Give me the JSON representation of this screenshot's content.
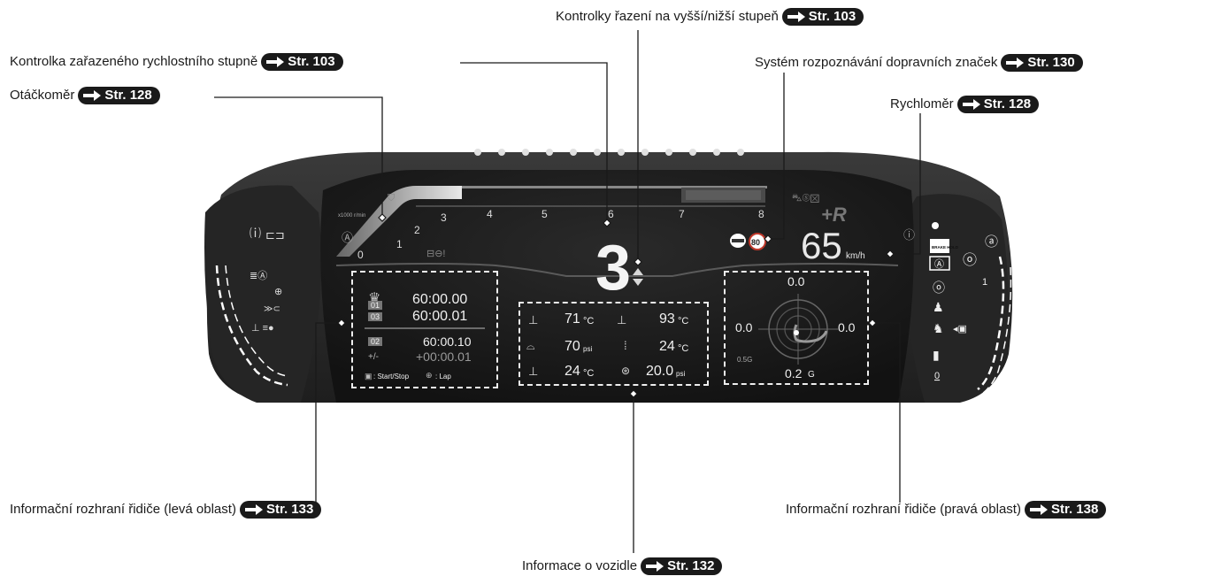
{
  "callouts": {
    "shift_indicators": {
      "label": "Kontrolky řazení na vyšší/nižší stupeň",
      "ref": "Str. 103"
    },
    "gear_indicator": {
      "label": "Kontrolka zařazeného rychlostního stupně",
      "ref": "Str. 103"
    },
    "traffic_sign": {
      "label": "Systém rozpoznávání dopravních značek",
      "ref": "Str. 130"
    },
    "tachometer": {
      "label": "Otáčkoměr",
      "ref": "Str. 128"
    },
    "speedometer": {
      "label": "Rychloměr",
      "ref": "Str. 128"
    },
    "dii_left": {
      "label": "Informační rozhraní řidiče (levá oblast)",
      "ref": "Str. 133"
    },
    "dii_right": {
      "label": "Informační rozhraní řidiče (pravá oblast)",
      "ref": "Str. 138"
    },
    "vehicle_info": {
      "label": "Informace o vozidle",
      "ref": "Str. 132"
    }
  },
  "cluster": {
    "gear": "3",
    "speed": "65",
    "speed_unit": "km/h",
    "sign_speed": "80",
    "tach_unit": "x1000 r/min",
    "tach_ticks": [
      "0",
      "1",
      "2",
      "3",
      "4",
      "5",
      "6",
      "7",
      "8"
    ],
    "brand": "+R",
    "brake_hold": "BRAKE HOLD"
  },
  "left_panel": {
    "lap1_badge": "01",
    "lap1_time": "60:00.00",
    "lap3_badge": "03",
    "lap3_time": "60:00.01",
    "lap2_badge": "02",
    "lap2_time": "60:00.10",
    "diff_label": "+/-",
    "diff_time": "+00:00.01",
    "footer_start": ": Start/Stop",
    "footer_lap": ": Lap"
  },
  "center_panel": {
    "cells": [
      {
        "icon": "coolant-temp-icon",
        "value": "71",
        "unit": "°C"
      },
      {
        "icon": "oil-temp-icon",
        "value": "93",
        "unit": "°C"
      },
      {
        "icon": "oil-pressure-icon",
        "value": "70",
        "unit": "psi"
      },
      {
        "icon": "intake-temp-icon",
        "value": "24",
        "unit": "°C"
      },
      {
        "icon": "transmission-temp-icon",
        "value": "24",
        "unit": "°C"
      },
      {
        "icon": "turbo-boost-icon",
        "value": "20.0",
        "unit": "psi"
      }
    ]
  },
  "right_panel": {
    "g_top": "0.0",
    "g_left": "0.0",
    "g_right": "0.0",
    "g_scale": "0.5G",
    "g_value": "0.2",
    "g_unit": "G"
  },
  "right_scale": {
    "top": "1",
    "bottom": "0"
  },
  "colors": {
    "cluster_bg": "#1c1c1c",
    "panel_text": "#f0f0f0",
    "accent_red": "#c0392b",
    "pill_bg": "#1a1a1a"
  }
}
